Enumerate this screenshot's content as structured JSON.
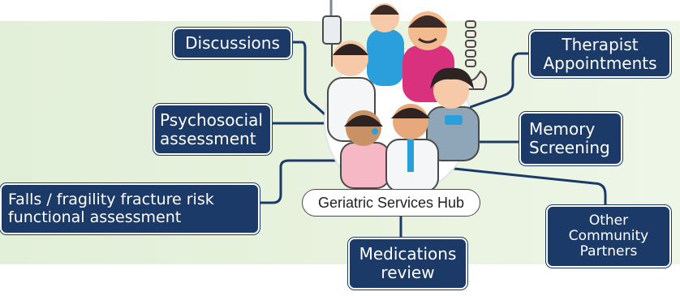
{
  "hub": {
    "label": "Geriatric Services Hub",
    "illustration": "group of healthcare workers (doctors, nurses, therapist, IV drip, spine model)"
  },
  "nodes": {
    "discussions": [
      "Discussions"
    ],
    "therapist": [
      "Therapist",
      "Appointments"
    ],
    "psychosocial": [
      "Psychosocial",
      "assessment"
    ],
    "memory": [
      "Memory",
      "Screening"
    ],
    "falls": [
      "Falls / fragility fracture risk",
      "functional assessment"
    ],
    "community": [
      "Other",
      "Community",
      "Partners"
    ],
    "medications": [
      "Medications",
      "review"
    ]
  },
  "colors": {
    "node_fill": "#1c3a67",
    "node_text": "#ffffff",
    "connector": "#1c3a67",
    "band": "#e2efd9",
    "hub_border": "#4a4a4a"
  }
}
